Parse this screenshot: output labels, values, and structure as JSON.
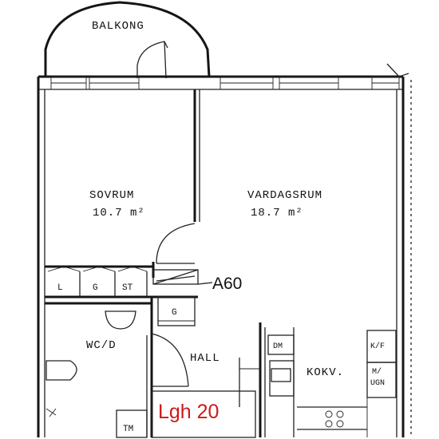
{
  "plan": {
    "balcony": "BALKONG",
    "bedroom": {
      "name": "SOVRUM",
      "area": "10.7 m²"
    },
    "living_room": {
      "name": "VARDAGSRUM",
      "area": "18.7 m²"
    },
    "storage": [
      "L",
      "G",
      "ST"
    ],
    "storage_g2": "G",
    "unit_code": "A60",
    "bathroom": "WC/D",
    "hall": "HALL",
    "kitchen": "KOKV.",
    "kitchen_dm": "DM",
    "kitchen_kf": "K/F",
    "kitchen_mugn": [
      "M/",
      "UGN"
    ],
    "tm": "TM",
    "apartment": "Lgh 20",
    "colors": {
      "line": "#151515",
      "apartment_label": "#d01818",
      "background": "#ffffff"
    }
  }
}
